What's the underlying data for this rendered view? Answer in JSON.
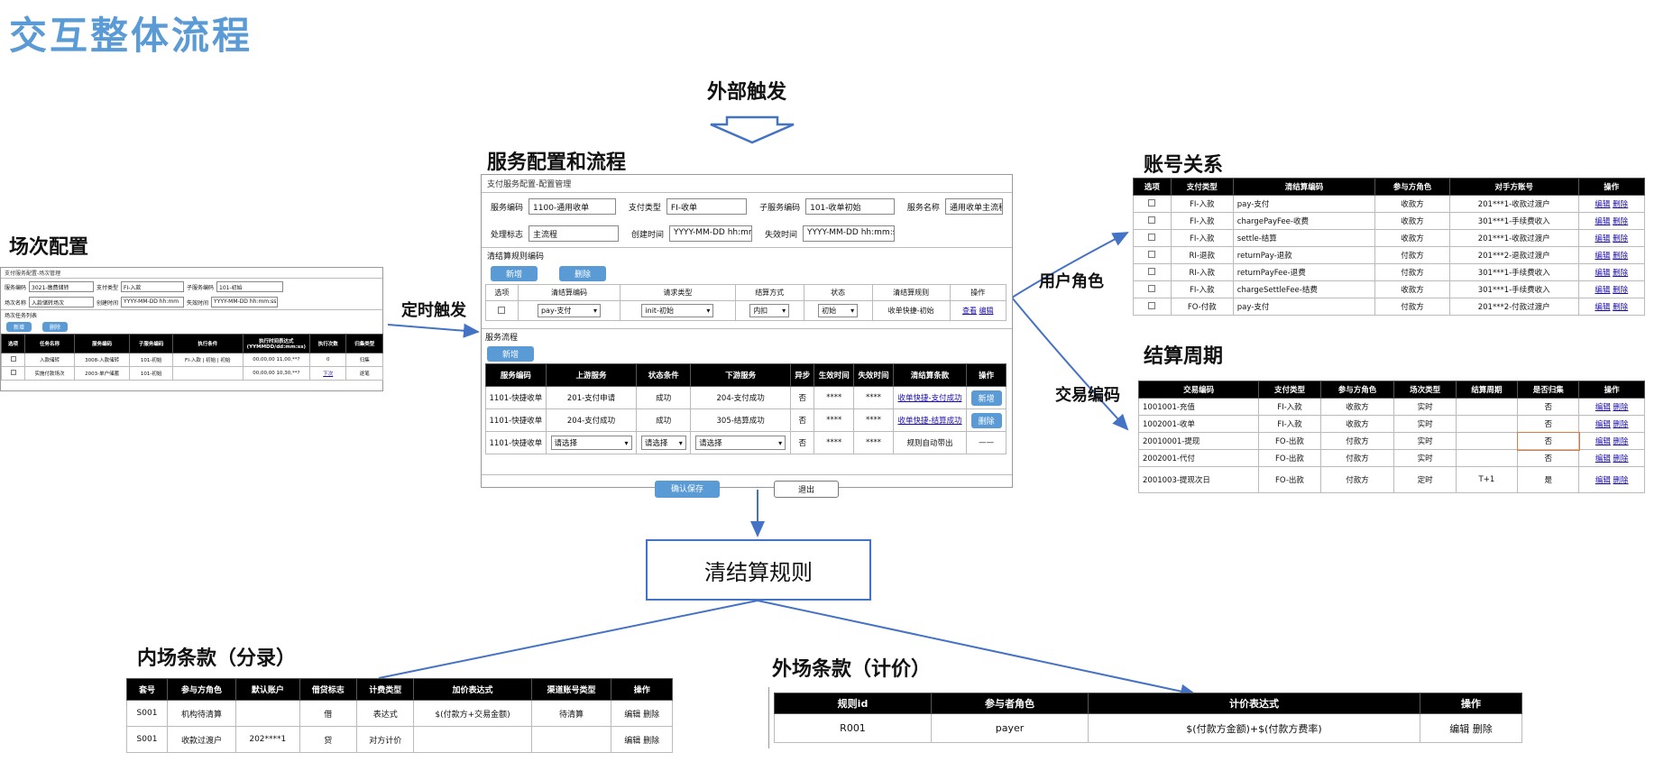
{
  "title": "交互整体流程",
  "labels": {
    "external_trigger": "外部触发",
    "scheduled_trigger": "定时触发",
    "user_role": "用户角色",
    "trade_code": "交易编码",
    "clearing_rules": "清结算规则"
  },
  "sections": {
    "session_config": "场次配置",
    "service_config": "服务配置和流程",
    "account_relation": "账号关系",
    "settlement_cycle": "结算周期",
    "internal_terms": "内场条款（分录）",
    "external_terms": "外场条款（计价）"
  },
  "session_panel": {
    "caption": "支付服务配置-场次管理",
    "f1_label": "服务编码",
    "f1_value": "3021-缴费储转",
    "f2_label": "支付类型",
    "f2_value": "FI-入款",
    "f3_label": "子服务编码",
    "f3_value": "101-初始",
    "f4_label": "场次名称",
    "f4_value": "入款储转场次",
    "f5_label": "创建时间",
    "f5_value": "YYYY-MM-DD hh:mm",
    "f6_label": "失效时间",
    "f6_value": "YYYY-MM-DD hh:mm:ss",
    "list_caption": "场次任务列表",
    "add": "新增",
    "delete": "删除",
    "headers": [
      "选项",
      "任务名称",
      "服务编码",
      "子服务编码",
      "执行条件",
      "执行时间表达式(YYMMDD/dd:mm:ss)",
      "执行次数",
      "归集类型"
    ],
    "rows": [
      [
        "入款储转",
        "3008-入款储转",
        "101-初始",
        "FI-入款 | 初始 | 初始",
        "00,00,00 11,00,**?",
        "0",
        "归集"
      ],
      [
        "实施付款场次",
        "2003-单户储蓄",
        "101-初始",
        "",
        "00,00,00 10,30,**?",
        "下次",
        "逐笔"
      ]
    ]
  },
  "service_panel": {
    "caption": "支付服务配置-配置管理",
    "f1_label": "服务编码",
    "f1_value": "1100-通用收单",
    "f2_label": "支付类型",
    "f2_value": "FI-收单",
    "f3_label": "子服务编码",
    "f3_value": "101-收单初始",
    "f4_label": "服务名称",
    "f4_value": "通用收单主流程",
    "f5_label": "处理标志",
    "f5_value": "主流程",
    "f6_label": "创建时间",
    "f6_value": "YYYY-MM-DD hh:mm:",
    "f7_label": "失效时间",
    "f7_value": "YYYY-MM-DD hh:mm:ss",
    "rule_caption": "清结算规则编码",
    "add": "新增",
    "delete": "删除",
    "rule_headers": [
      "选项",
      "清结算编码",
      "请求类型",
      "结算方式",
      "状态",
      "清结算规则",
      "操作"
    ],
    "rule_row": [
      "pay-支付",
      "init-初始",
      "内扣",
      "初始",
      "收单快捷-初始",
      "查看",
      "编辑"
    ],
    "flow_caption": "服务流程",
    "flow_add": "新增",
    "flow_headers": [
      "服务编码",
      "上游服务",
      "状态条件",
      "下游服务",
      "异步",
      "生效时间",
      "失效时间",
      "清结算条款",
      "操作"
    ],
    "flow_rows": [
      [
        "1101-快捷收单",
        "201-支付申请",
        "成功",
        "204-支付成功",
        "否",
        "****",
        "****",
        "收单快捷-支付成功",
        "新增"
      ],
      [
        "1101-快捷收单",
        "204-支付成功",
        "成功",
        "305-结算成功",
        "否",
        "****",
        "****",
        "收单快捷-结算成功",
        "删除"
      ],
      [
        "1101-快捷收单",
        "请选择",
        "请选择",
        "请选择",
        "否",
        "****",
        "****",
        "规则自动带出",
        "——"
      ]
    ],
    "confirm": "确认保存",
    "exit": "退出"
  },
  "account_table": {
    "headers": [
      "选项",
      "支付类型",
      "清结算编码",
      "参与方角色",
      "对手方账号",
      "操作"
    ],
    "rows": [
      [
        "FI-入款",
        "pay-支付",
        "收款方",
        "201***1-收款过渡户"
      ],
      [
        "FI-入款",
        "chargePayFee-收费",
        "收款方",
        "301***1-手续费收入"
      ],
      [
        "FI-入款",
        "settle-结算",
        "收款方",
        "201***1-收款过渡户"
      ],
      [
        "RI-退款",
        "returnPay-退款",
        "付款方",
        "201***2-退款过渡户"
      ],
      [
        "RI-入款",
        "returnPayFee-退费",
        "付款方",
        "301***1-手续费收入"
      ],
      [
        "FI-入款",
        "chargeSettleFee-结费",
        "收款方",
        "301***1-手续费收入"
      ],
      [
        "FO-付款",
        "pay-支付",
        "付款方",
        "201***2-付款过渡户"
      ]
    ],
    "edit": "编辑",
    "del": "删除"
  },
  "cycle_table": {
    "headers": [
      "交易编码",
      "支付类型",
      "参与方角色",
      "场次类型",
      "结算周期",
      "是否归集",
      "操作"
    ],
    "rows": [
      [
        "1001001-充值",
        "FI-入款",
        "收款方",
        "实时",
        "",
        "否"
      ],
      [
        "1002001-收单",
        "FI-入款",
        "收款方",
        "实时",
        "",
        "否"
      ],
      [
        "20010001-提现",
        "FO-出款",
        "付款方",
        "实时",
        "",
        "否"
      ],
      [
        "2002001-代付",
        "FO-出款",
        "付款方",
        "实时",
        "",
        "否"
      ],
      [
        "2001003-提现次日",
        "FO-出款",
        "付款方",
        "定时",
        "T+1",
        "是"
      ]
    ],
    "edit": "编辑",
    "del": "删除"
  },
  "internal_table": {
    "headers": [
      "套号",
      "参与方角色",
      "默认账户",
      "借贷标志",
      "计费类型",
      "加价表达式",
      "渠道账号类型",
      "操作"
    ],
    "rows": [
      [
        "S001",
        "机构待清算",
        "",
        "借",
        "表达式",
        "$(付款方+交易金额)",
        "待清算",
        "编辑 删除"
      ],
      [
        "S001",
        "收款过渡户",
        "202****1",
        "贷",
        "对方计价",
        "",
        "",
        "编辑 删除"
      ]
    ]
  },
  "external_table": {
    "headers": [
      "规则id",
      "参与者角色",
      "计价表达式",
      "操作"
    ],
    "rows": [
      [
        "R001",
        "payer",
        "$(付款方金额)+$(付款方费率)",
        "编辑 删除"
      ]
    ]
  },
  "colors": {
    "title": "#5b9bd5",
    "arrow": "#4472c4",
    "button": "#5b9bd5"
  }
}
